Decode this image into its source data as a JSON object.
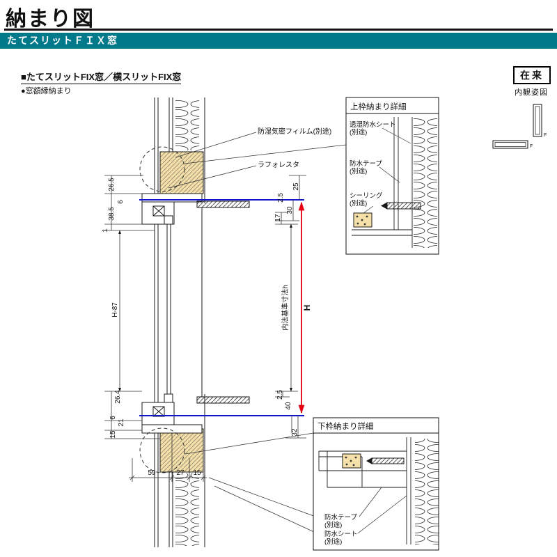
{
  "header": {
    "page_title": "納まり図",
    "banner_title": "たてスリットＦＩＸ窓",
    "section_title": "■たてスリットFIX窓／横スリットFIX窓",
    "sub_bullet": "●窓額縁納まり",
    "construction_type": "在来",
    "elevation_caption": "内観姿図",
    "fix_mark": "F"
  },
  "colors": {
    "banner_teal": "#00798B",
    "dimension_red": "#E60012",
    "reference_blue": "#1414C8",
    "wood_tan": "#F4E0A8"
  },
  "drawing": {
    "callouts": {
      "film": "防湿気密フィルム(別途)",
      "frame_trim": "ラフォレスタ"
    },
    "dims_left_top": [
      "26.5",
      "6",
      "38.5",
      "1"
    ],
    "dim_frame_height": "H-87",
    "dims_left_bottom": [
      "26.4",
      "6",
      "21",
      "15"
    ],
    "dims_bottom": [
      "59",
      "27",
      "15"
    ],
    "dims_right_top": [
      "25",
      "2.5",
      "30",
      "17"
    ],
    "dim_inner_height": "内法基準寸法h",
    "dim_overall_height": "H",
    "dims_right_bottom": [
      "2.5",
      "40",
      "32"
    ]
  },
  "detail_top": {
    "title": "上枠納まり詳細",
    "labels": [
      {
        "name": "透湿防水シート",
        "note": "(別途)"
      },
      {
        "name": "防水テープ",
        "note": "(別途)"
      },
      {
        "name": "シーリング",
        "note": "(別途)"
      }
    ]
  },
  "detail_bottom": {
    "title": "下枠納まり詳細",
    "labels": [
      {
        "name": "防水テープ",
        "note": "(別途)"
      },
      {
        "name": "防水シート",
        "note": "(別途)"
      }
    ]
  }
}
